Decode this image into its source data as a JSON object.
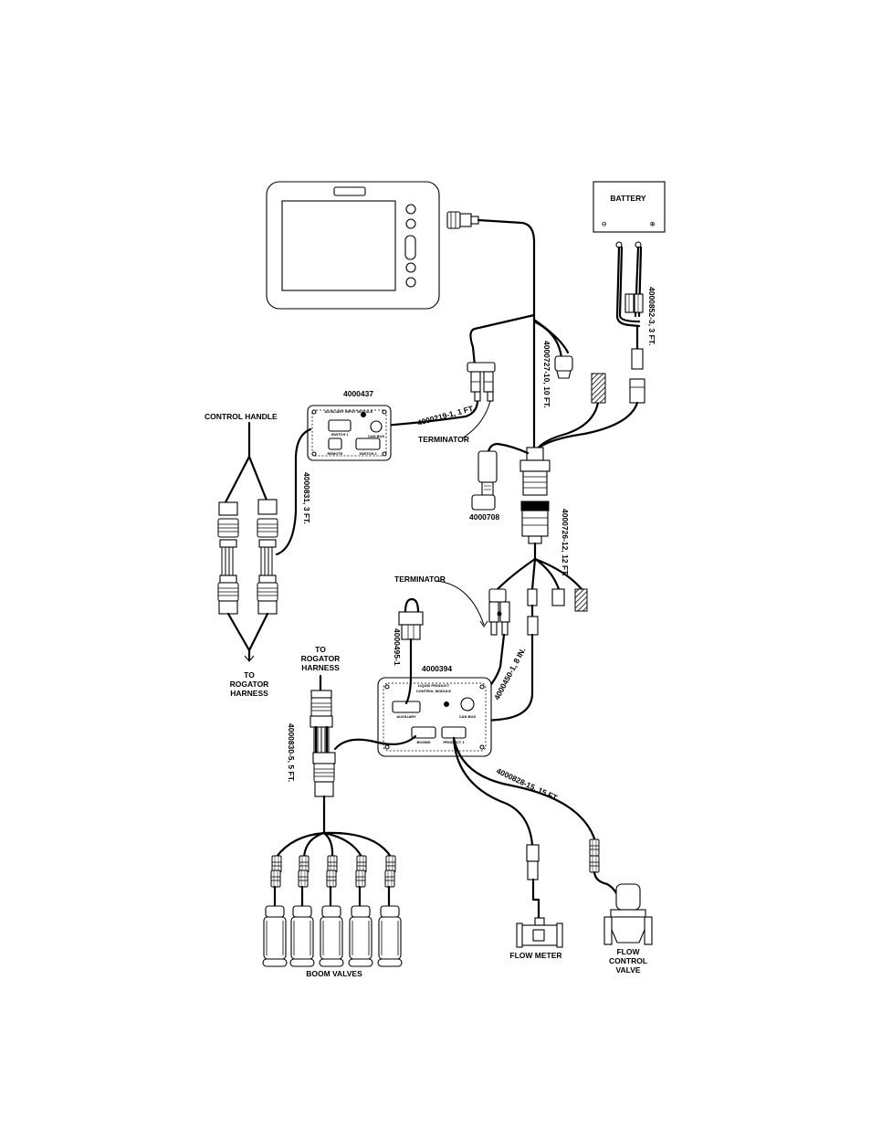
{
  "labels": {
    "battery": "BATTERY",
    "battery_neg": "⊖",
    "battery_pos": "⊕",
    "part_4000437": "4000437",
    "aux_module": "AUXILIARY INPUT MODULE",
    "aux_sw1": "SWITCH 1",
    "aux_can": "CAN BUS",
    "aux_sw2": "SWITCH 2",
    "aux_remote": "REMOTE",
    "cable_4000219": "4000219-1, 1 FT.",
    "cable_4000727": "4000727-10, 10 FT.",
    "cable_4000852": "4000852-3, 3 FT.",
    "terminator_top": "TERMINATOR",
    "control_handle": "CONTROL HANDLE",
    "cable_4000831": "4000831, 3 FT.",
    "part_4000708": "4000708",
    "cable_4000726": "4000726-12, 12 FT.",
    "terminator_mid": "TERMINATOR",
    "to_rogator_left_1": "TO",
    "to_rogator_left_2": "ROGATOR",
    "to_rogator_left_3": "HARNESS",
    "to_rogator_mid_1": "TO",
    "to_rogator_mid_2": "ROGATOR",
    "to_rogator_mid_3": "HARNESS",
    "cable_4000495": "4000495-1",
    "part_4000394": "4000394",
    "lpcm_1": "LIQUID PRODUCT",
    "lpcm_2": "CONTROL MODULE",
    "lpcm_aux": "AUXILIARY",
    "lpcm_can": "CAN BUS",
    "lpcm_booms": "BOOMS",
    "lpcm_product": "PRODUCT 1",
    "cable_4000450": "4000450-1, 8 IN.",
    "cable_4000830": "4000830-5, 5 FT.",
    "cable_4000828": "4000828-15, 15 FT.",
    "boom_valves": "BOOM VALVES",
    "flow_meter": "FLOW METER",
    "flow_control_1": "FLOW",
    "flow_control_2": "CONTROL",
    "flow_control_3": "VALVE"
  }
}
